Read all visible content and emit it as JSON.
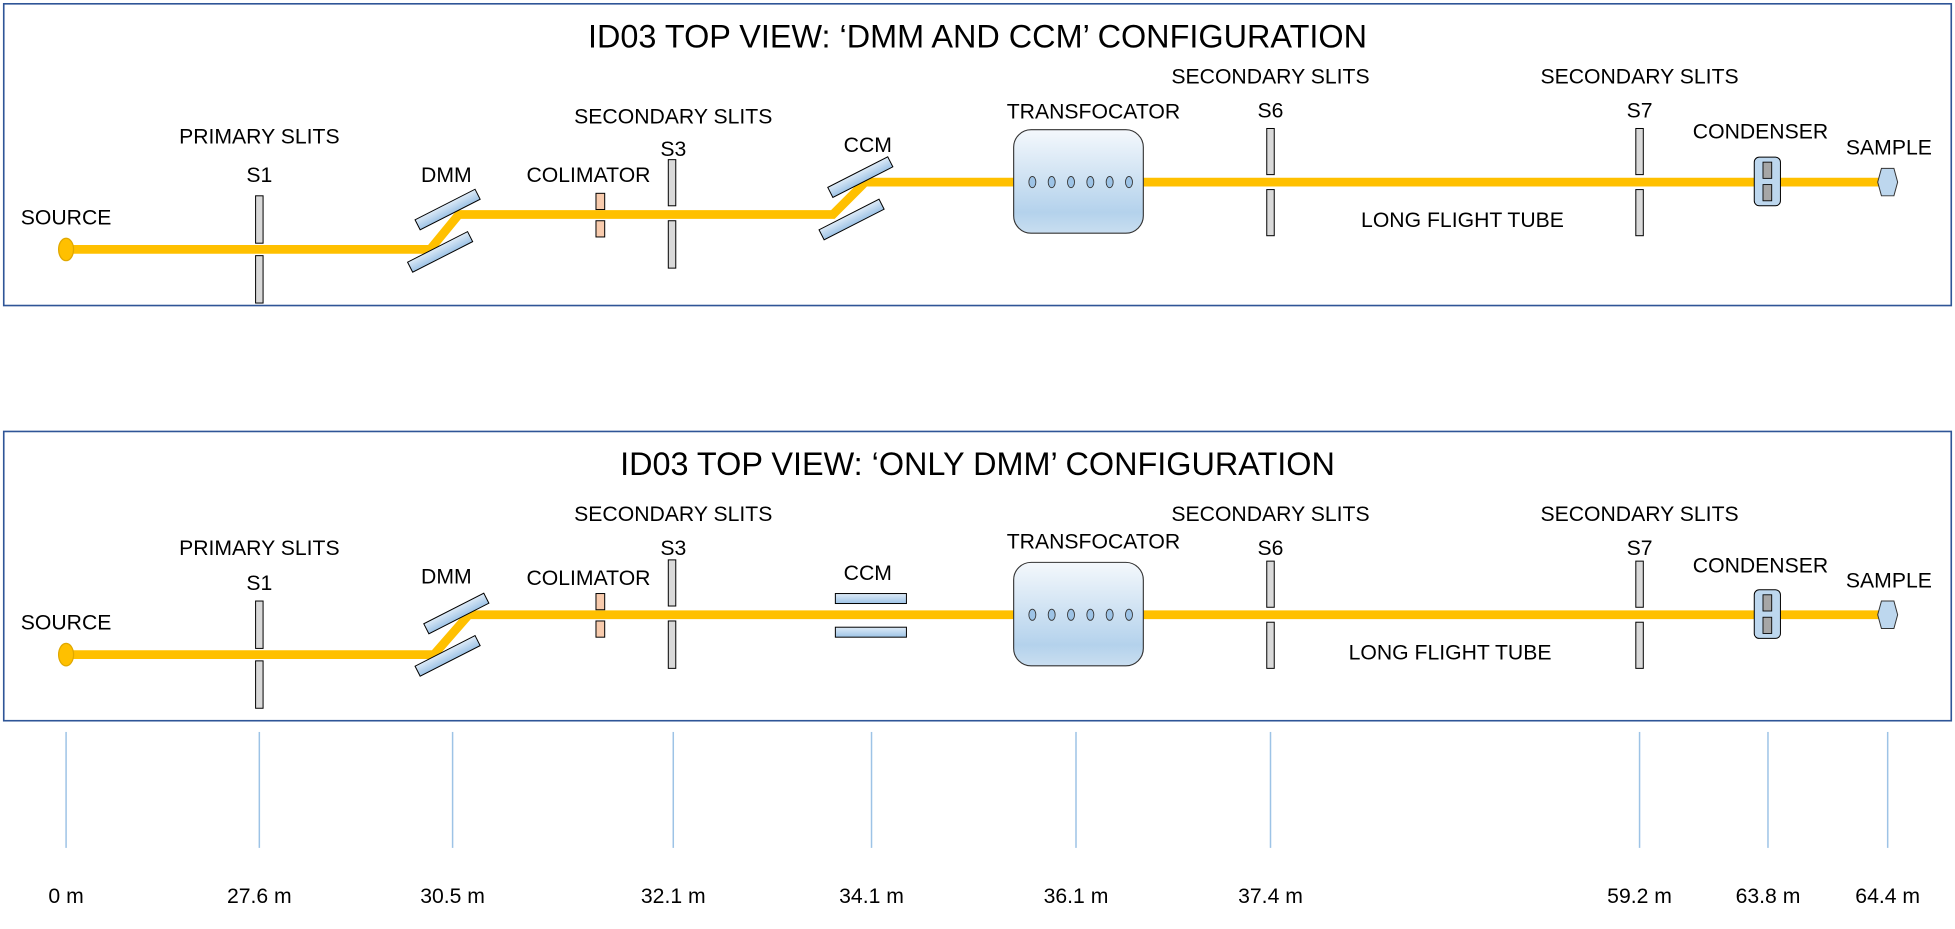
{
  "panels": [
    {
      "title": "ID03 TOP VIEW: ‘DMM AND CCM’ CONFIGURATION",
      "labels": {
        "source": "SOURCE",
        "primary_slits": "PRIMARY SLITS",
        "s1": "S1",
        "dmm": "DMM",
        "colimator": "COLIMATOR",
        "secondary_slits_s3": "SECONDARY SLITS",
        "s3": "S3",
        "ccm": "CCM",
        "transfocator": "TRANSFOCATOR",
        "secondary_slits_s6": "SECONDARY  SLITS",
        "s6": "S6",
        "long_flight_tube": "LONG FLIGHT TUBE",
        "secondary_slits_s7": "SECONDARY  SLITS",
        "s7": "S7",
        "condenser": "CONDENSER",
        "sample": "SAMPLE"
      }
    },
    {
      "title": "ID03 TOP VIEW: ‘ONLY DMM’ CONFIGURATION",
      "labels": {
        "source": "SOURCE",
        "primary_slits": "PRIMARY SLITS",
        "s1": "S1",
        "dmm": "DMM",
        "colimator": "COLIMATOR",
        "secondary_slits_s3": "SECONDARY SLITS",
        "s3": "S3",
        "ccm": "CCM",
        "transfocator": "TRANSFOCATOR",
        "secondary_slits_s6": "SECONDARY  SLITS",
        "s6": "S6",
        "long_flight_tube": "LONG FLIGHT TUBE",
        "secondary_slits_s7": "SECONDARY  SLITS",
        "s7": "S7",
        "condenser": "CONDENSER",
        "sample": "SAMPLE"
      }
    }
  ],
  "distance_scale": [
    "0 m",
    "27.6 m",
    "30.5 m",
    "32.1 m",
    "34.1 m",
    "36.1 m",
    "37.4 m",
    "59.2 m",
    "63.8 m",
    "64.4 m"
  ],
  "colors": {
    "beam": "#FFC000",
    "frame": "#2F5597",
    "optics": "#BDD7EE",
    "slits": "#D9D9D9",
    "colimator": "#F8CBAD",
    "scale_lines": "#9DC3E6"
  }
}
